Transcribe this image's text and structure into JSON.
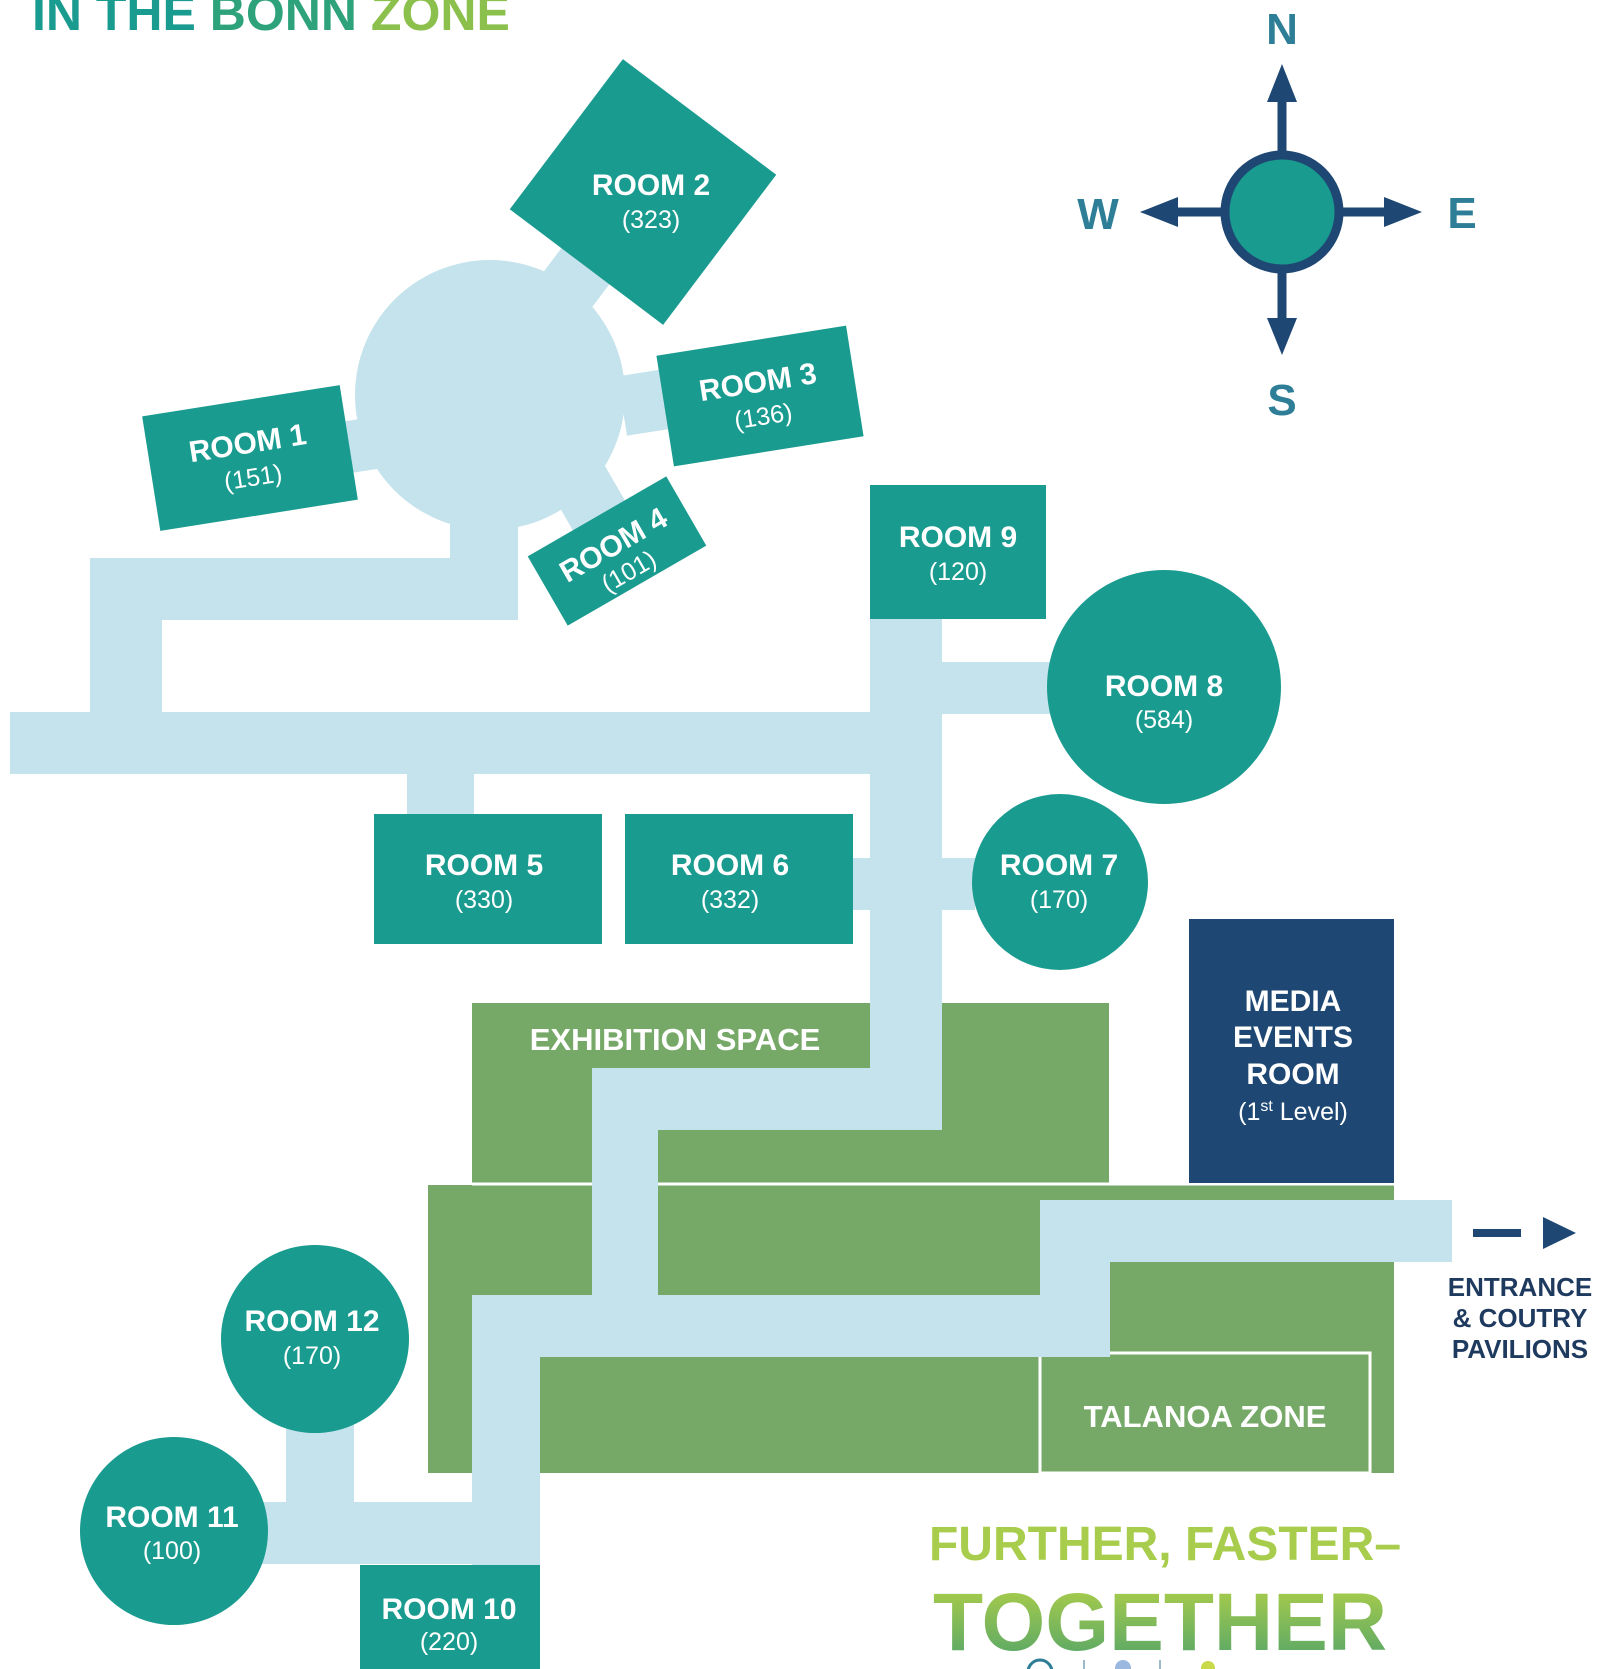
{
  "header": {
    "line_part1": "IN THE ",
    "line_part2": "BONN ",
    "line_part3": "ZONE"
  },
  "compass": {
    "north": "N",
    "south": "S",
    "east": "E",
    "west": "W"
  },
  "rooms": {
    "room1": {
      "name": "ROOM 1",
      "capacity": "(151)"
    },
    "room2": {
      "name": "ROOM 2",
      "capacity": "(323)"
    },
    "room3": {
      "name": "ROOM 3",
      "capacity": "(136)"
    },
    "room4": {
      "name": "ROOM 4",
      "capacity": "(101)"
    },
    "room5": {
      "name": "ROOM 5",
      "capacity": "(330)"
    },
    "room6": {
      "name": "ROOM 6",
      "capacity": "(332)"
    },
    "room7": {
      "name": "ROOM 7",
      "capacity": "(170)"
    },
    "room8": {
      "name": "ROOM 8",
      "capacity": "(584)"
    },
    "room9": {
      "name": "ROOM 9",
      "capacity": "(120)"
    },
    "room10": {
      "name": "ROOM 10",
      "capacity": "(220)"
    },
    "room11": {
      "name": "ROOM 11",
      "capacity": "(100)"
    },
    "room12": {
      "name": "ROOM 12",
      "capacity": "(170)"
    }
  },
  "zones": {
    "exhibition": "EXHIBITION SPACE",
    "talanoa": "TALANOA ZONE",
    "media": {
      "line1": "MEDIA",
      "line2": "EVENTS",
      "line3": "ROOM",
      "level_pre": "(1",
      "level_sup": "st",
      "level_post": " Level)"
    }
  },
  "entrance": {
    "line1": "ENTRANCE",
    "line2": "& COUTRY",
    "line3": "PAVILIONS"
  },
  "slogan": {
    "line1": "FURTHER, FASTER–",
    "line2": "TOGETHER"
  },
  "colors": {
    "room_teal": "#1a9b8f",
    "corridor": "#c4e3ec",
    "exhibition_green": "#76a968",
    "media_navy": "#1e4873",
    "compass_navy": "#1e4873",
    "compass_letter": "#2d7e96"
  }
}
